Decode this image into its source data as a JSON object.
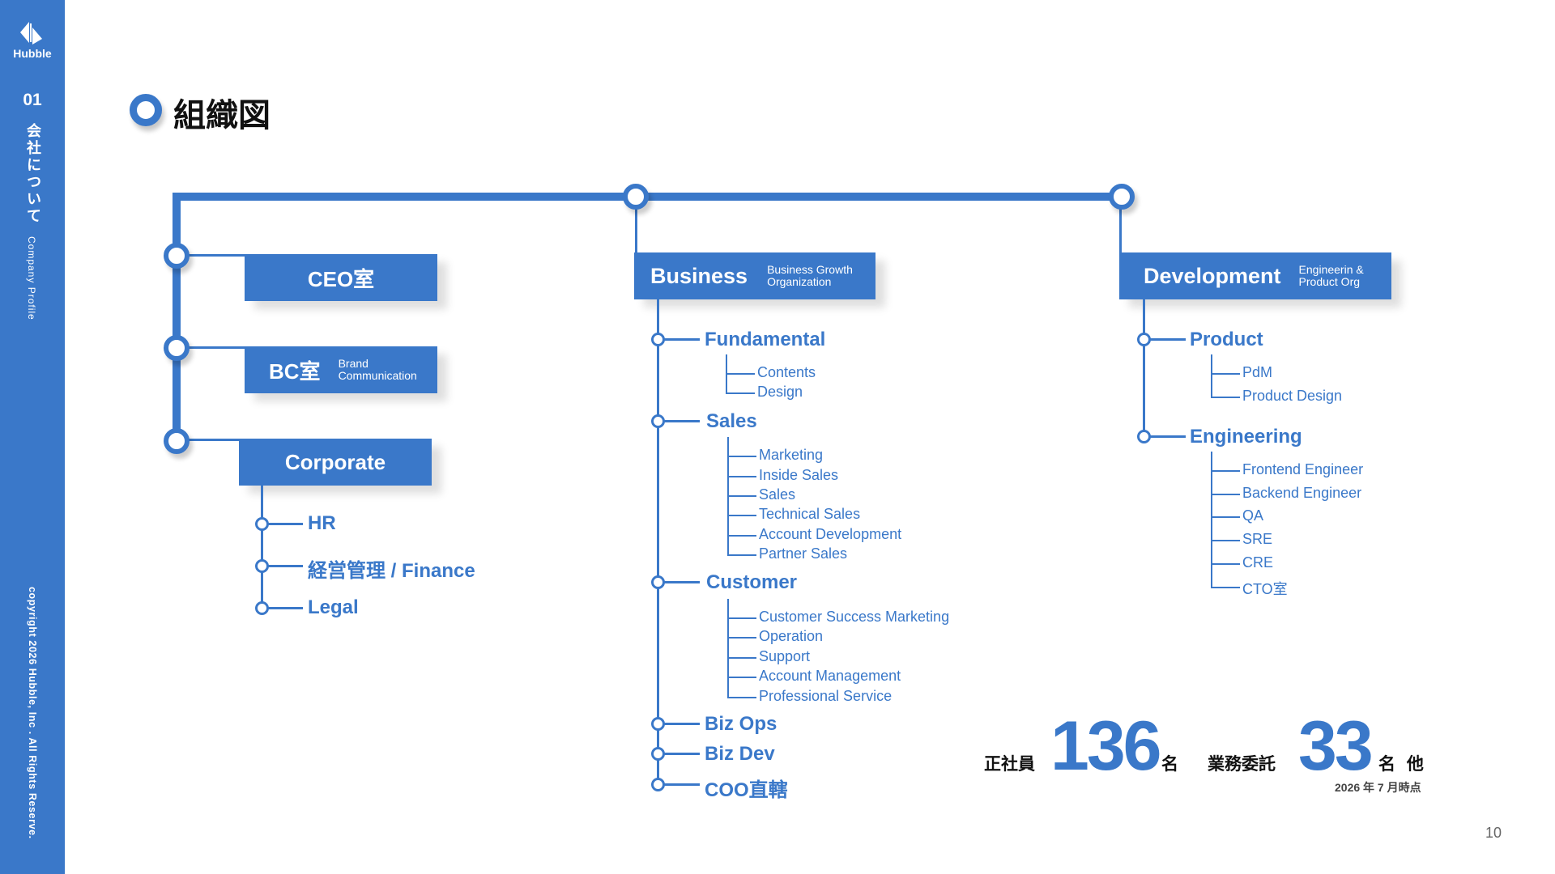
{
  "brand": {
    "logo_text": "Hubble",
    "color": "#3a78c9"
  },
  "section": {
    "number": "01",
    "title": "会社について",
    "subtitle": "Company Profile"
  },
  "copyright": "copyright 2026 Hubble, Inc . All Rights Reserve.",
  "page_title": "組織図",
  "page_number": "10",
  "org": {
    "ceo": {
      "label": "CEO室"
    },
    "bc": {
      "label": "BC室",
      "sub": "Brand\nCommunication"
    },
    "corporate": {
      "label": "Corporate",
      "items": [
        "HR",
        "経営管理 / Finance",
        "Legal"
      ]
    },
    "business": {
      "label": "Business",
      "sub": "Business Growth\nOrganization",
      "groups": [
        {
          "name": "Fundamental",
          "items": [
            "Contents",
            "Design"
          ]
        },
        {
          "name": "Sales",
          "items": [
            "Marketing",
            "Inside Sales",
            "Sales",
            "Technical Sales",
            "Account Development",
            "Partner Sales"
          ]
        },
        {
          "name": "Customer",
          "items": [
            "Customer Success Marketing",
            "Operation",
            "Support",
            "Account Management",
            "Professional Service"
          ]
        },
        {
          "name": "Biz Ops",
          "items": []
        },
        {
          "name": "Biz Dev",
          "items": []
        },
        {
          "name": "COO直轄",
          "items": []
        }
      ]
    },
    "development": {
      "label": "Development",
      "sub": "Engineerin &\nProduct Org",
      "groups": [
        {
          "name": "Product",
          "items": [
            "PdM",
            "Product Design"
          ]
        },
        {
          "name": "Engineering",
          "items": [
            "Frontend Engineer",
            "Backend Engineer",
            "QA",
            "SRE",
            "CRE",
            "CTO室"
          ]
        }
      ]
    }
  },
  "stats": {
    "fulltime_label": "正社員",
    "fulltime_count": "136",
    "unit": "名",
    "contract_label": "業務委託",
    "contract_count": "33",
    "contract_unit": "名 他",
    "as_of": "2026 年 7 月時点"
  }
}
